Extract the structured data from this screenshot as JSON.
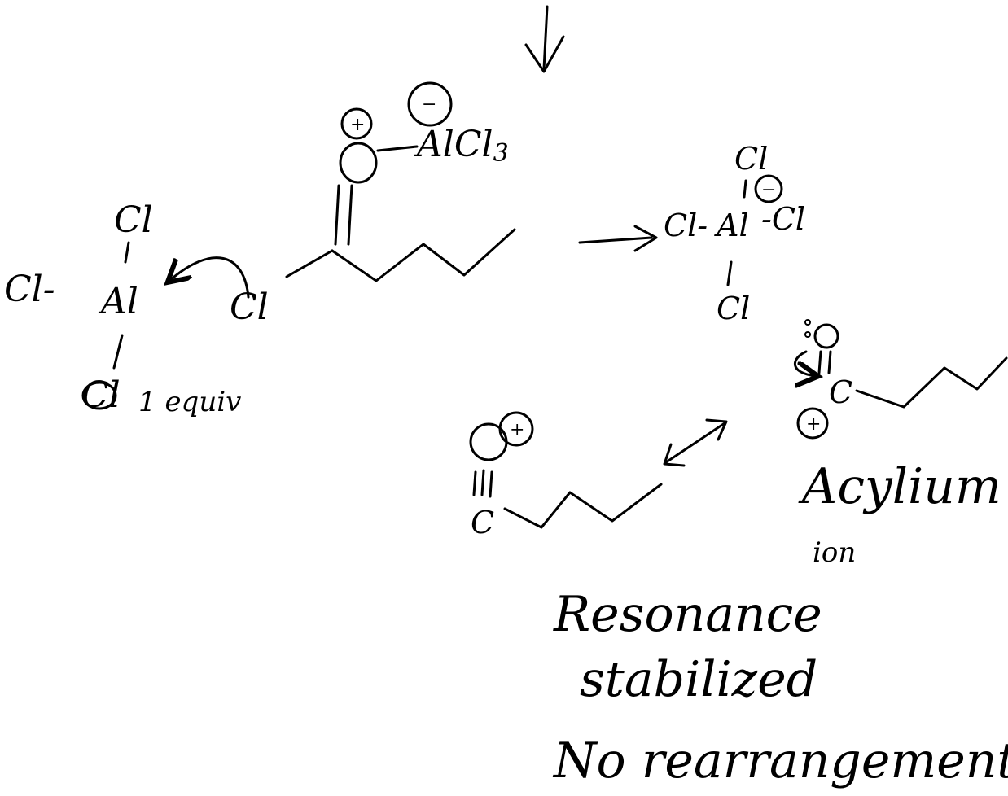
{
  "left_complex": {
    "al": "Al",
    "cl_top": "Cl",
    "cl_left": "Cl-",
    "cl_bottom": "Cl",
    "equiv_note": "1 equiv"
  },
  "acyl_chloride": {
    "cl_leaving": "Cl",
    "oxygen_charge": "+",
    "al_charge": "−",
    "alcl3": "AlCl",
    "alcl3_sub": "3"
  },
  "product_anion": {
    "al": "Al",
    "cl_top": "Cl",
    "cl_left": "Cl-",
    "cl_right": "-Cl",
    "cl_bottom": "Cl",
    "charge": "−"
  },
  "acylium_a": {
    "o": "O",
    "c": "C",
    "charge": "+"
  },
  "acylium_b": {
    "o": "O",
    "c": "C",
    "charge": "+"
  },
  "notes": {
    "acylium_line1": "Acylium",
    "acylium_line2": "ion",
    "resonance_line1": "Resonance",
    "resonance_line2": "stabilized",
    "no_rearrangement": "No rearrangement"
  }
}
